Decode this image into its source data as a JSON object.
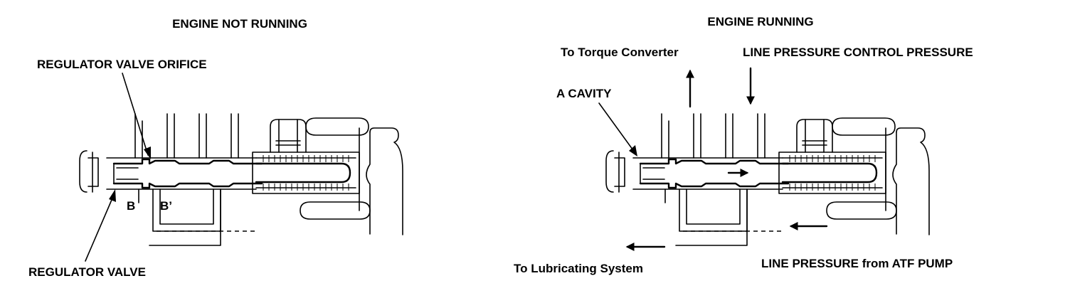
{
  "left_panel": {
    "title": "ENGINE NOT RUNNING",
    "labels": {
      "orifice": "REGULATOR VALVE ORIFICE",
      "valve": "REGULATOR VALVE",
      "b": "B",
      "b_prime": "B’"
    }
  },
  "right_panel": {
    "title": "ENGINE RUNNING",
    "labels": {
      "torque_converter": "To Torque Converter",
      "control_pressure": "LINE PRESSURE CONTROL PRESSURE",
      "a_cavity": "A CAVITY",
      "lubricating": "To Lubricating System",
      "line_pressure": "LINE PRESSURE from ATF PUMP"
    }
  },
  "colors": {
    "ink": "#000000",
    "paper": "#ffffff"
  }
}
